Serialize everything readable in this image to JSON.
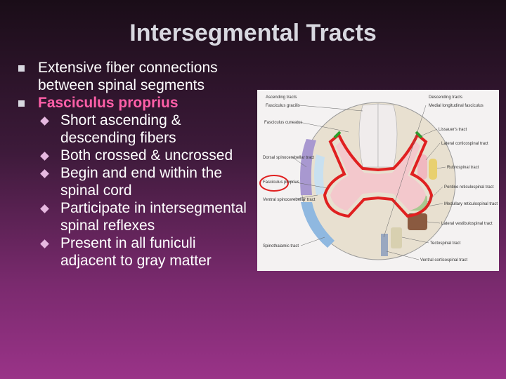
{
  "slide": {
    "title": "Intersegmental Tracts",
    "bullets": [
      {
        "text": "Extensive fiber connections between spinal segments"
      },
      {
        "text": "Fasciculus proprius"
      }
    ],
    "sub_bullets": [
      "Short ascending & descending fibers",
      "Both crossed & uncrossed",
      "Begin and end within the spinal cord",
      "Participate in intersegmental spinal reflexes",
      "Present in all funiculi adjacent to gray matter"
    ]
  },
  "diagram": {
    "labels_left": [
      "Ascending tracts",
      "Fasciculus gracilis",
      "Fasciculus cuneatus",
      "Dorsal spinocerebellar tract",
      "Fasciculus proprius",
      "Ventral spinocerebellar tract",
      "Spinothalamic tract"
    ],
    "labels_right": [
      "Descending tracts",
      "Medial longitudinal fasciculus",
      "Lissauer's tract",
      "Lateral corticospinal tract",
      "Rubrospinal tract",
      "Pontine reticulospinal tract",
      "Medullary reticulospinal tract",
      "Lateral vestibulospinal tract",
      "Tectospinal tract",
      "Ventral corticospinal tract"
    ],
    "colors": {
      "highlight": "#e02020",
      "gray_matter": "#f3c8cc",
      "white_matter": "#e8e0d0"
    }
  }
}
